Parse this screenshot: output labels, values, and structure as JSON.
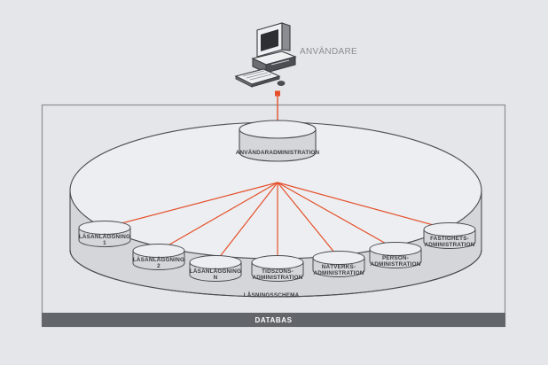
{
  "user": {
    "label": "ANVÄNDARE",
    "icon": "computer-icon"
  },
  "admin_node": {
    "label": "ANVÄNDARADMINISTRATION"
  },
  "modules": [
    {
      "id": "lasanlaggning-1",
      "lines": [
        "LÄSANLÄGGNING",
        "1"
      ]
    },
    {
      "id": "lasanlaggning-2",
      "lines": [
        "LÄSANLÄGGNING",
        "2"
      ]
    },
    {
      "id": "lasanlaggning-n",
      "lines": [
        "LÄSANLÄGGNING",
        "N"
      ]
    },
    {
      "id": "tidszons-administration",
      "lines": [
        "TIDSZONS-",
        "ADMINISTRATION"
      ]
    },
    {
      "id": "natverks-administration",
      "lines": [
        "NÄTVERKS-",
        "ADMINISTRATION"
      ]
    },
    {
      "id": "person-administration",
      "lines": [
        "PERSON-",
        "ADMINISTRATION"
      ]
    },
    {
      "id": "fastighets-administration",
      "lines": [
        "FASTIGHETS-",
        "ADMINISTRATION"
      ]
    }
  ],
  "platform": {
    "label": "LÅSNINGSSCHEMA"
  },
  "database": {
    "label": "DATABAS"
  },
  "colors": {
    "background": "#e4e6ea",
    "frame": "#8b8e93",
    "db_bar": "#62656a",
    "connector": "#e5502a",
    "outline": "#4a4c50",
    "cylinder_side": "#d4d6da",
    "cylinder_top": "#eceef1"
  }
}
